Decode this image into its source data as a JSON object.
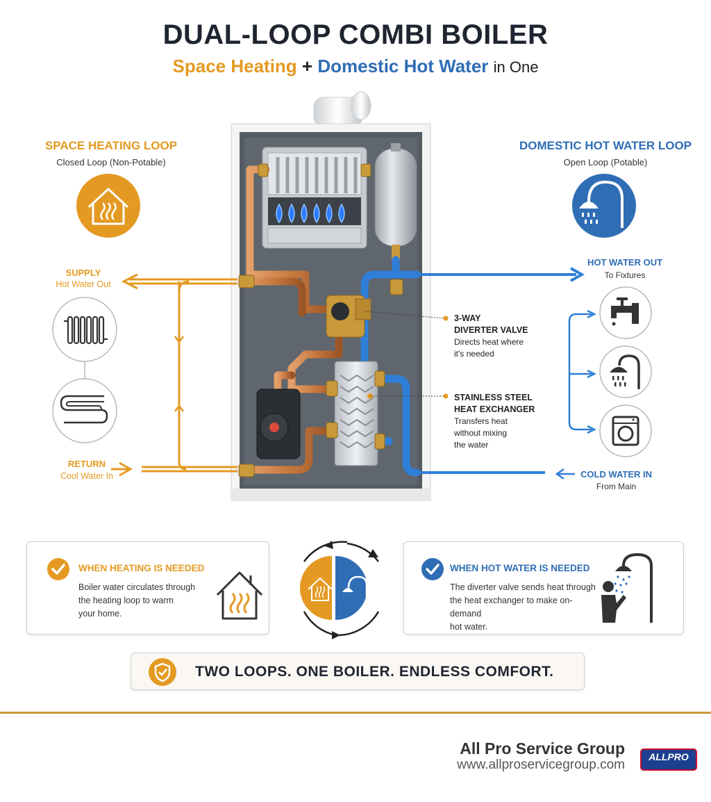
{
  "header": {
    "title": "DUAL-LOOP COMBI BOILER",
    "subtitle_heating": "Space Heating",
    "subtitle_plus": "+",
    "subtitle_hot_water": "Domestic Hot Water",
    "subtitle_suffix": "in One"
  },
  "left_loop": {
    "title": "SPACE HEATING LOOP",
    "subtitle": "Closed Loop (Non-Potable)",
    "supply_label": "SUPPLY",
    "supply_sub": "Hot Water Out",
    "return_label": "RETURN",
    "return_sub": "Cool Water In"
  },
  "right_loop": {
    "title": "DOMESTIC HOT WATER LOOP",
    "subtitle": "Open Loop (Potable)",
    "hot_out_label": "HOT WATER OUT",
    "hot_out_sub": "To Fixtures",
    "cold_in_label": "COLD WATER IN",
    "cold_in_sub": "From Main"
  },
  "callouts": {
    "valve_title_1": "3-WAY",
    "valve_title_2": "DIVERTER VALVE",
    "valve_desc_1": "Directs heat where",
    "valve_desc_2": "it's needed",
    "hx_title_1": "STAINLESS STEEL",
    "hx_title_2": "HEAT EXCHANGER",
    "hx_desc_1": "Transfers heat",
    "hx_desc_2": "without mixing",
    "hx_desc_3": "the water"
  },
  "cards": {
    "heating_title": "WHEN HEATING IS NEEDED",
    "heating_body_1": "Boiler water circulates through",
    "heating_body_2": "the heating loop to warm",
    "heating_body_3": "your home.",
    "hot_title": "WHEN HOT WATER IS NEEDED",
    "hot_body_1": "The diverter valve sends heat through",
    "hot_body_2": "the heat exchanger to make on-demand",
    "hot_body_3": "hot water."
  },
  "banner": {
    "text": "TWO LOOPS. ONE BOILER. ENDLESS COMFORT."
  },
  "footer": {
    "company": "All Pro Service Group",
    "url": "www.allproservicegroup.com",
    "logo_text": "ALLPRO"
  },
  "colors": {
    "orange": "#e49a22",
    "blue": "#2f6db5",
    "dark": "#1f2530",
    "copper": "#c8793f"
  },
  "icons": [
    "house-heat-icon",
    "shower-icon",
    "radiator-icon",
    "floor-heating-icon",
    "faucet-icon",
    "washing-machine-icon",
    "check-icon",
    "shield-check-icon",
    "person-shower-icon"
  ]
}
